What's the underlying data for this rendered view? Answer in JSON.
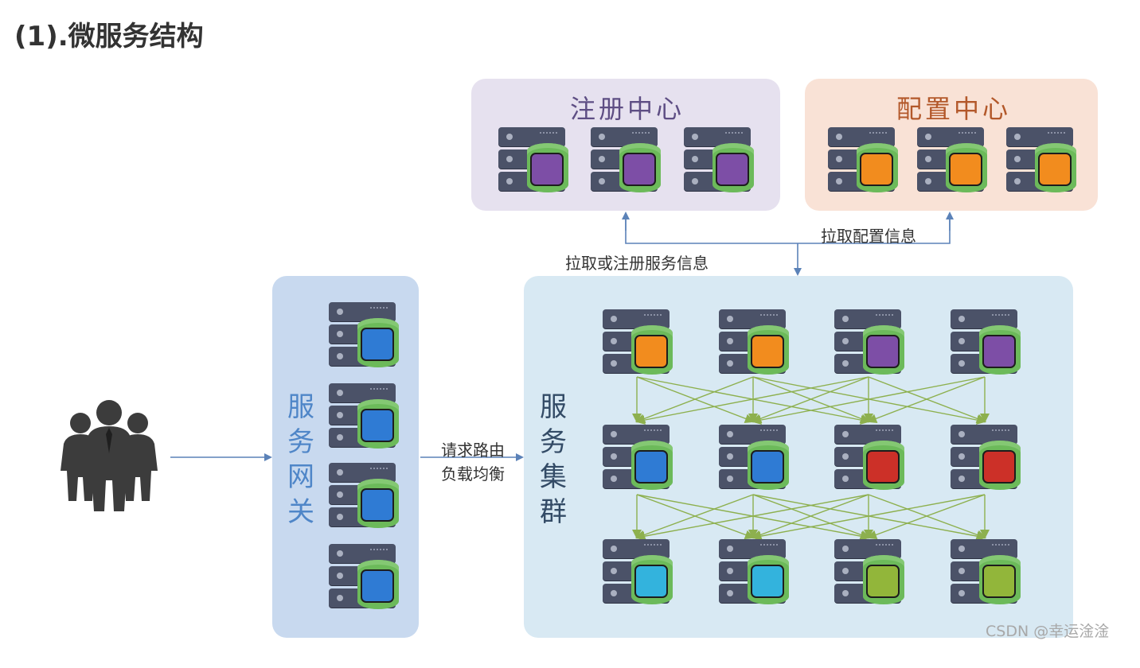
{
  "heading": "(1).微服务结构",
  "panels": {
    "registry": {
      "title": "注册中心"
    },
    "config": {
      "title": "配置中心"
    },
    "gateway": {
      "title": "服务网关"
    },
    "cluster": {
      "title": "服务集群"
    }
  },
  "edges": {
    "register": "拉取或注册服务信息",
    "config": "拉取配置信息",
    "route_line1": "请求路由",
    "route_line2": "负载均衡"
  },
  "watermark": "CSDN @幸运淦淦",
  "colors": {
    "registry_bg": "#e6e1ef",
    "config_bg": "#f9e2d6",
    "gateway_bg": "#c8d9ef",
    "cluster_bg": "#d8e9f3",
    "arrow_blue": "#5b82b8",
    "arrow_green": "#8db04e"
  },
  "icons": {
    "users": "users-group-icon",
    "server": "server-database-icon"
  },
  "servers": {
    "registry": [
      "purple",
      "purple",
      "purple"
    ],
    "config": [
      "orange",
      "orange",
      "orange"
    ],
    "gateway": [
      "blue",
      "blue",
      "blue",
      "blue"
    ],
    "cluster_rows": [
      [
        "orange",
        "orange",
        "purple",
        "purple"
      ],
      [
        "blue",
        "blue",
        "red",
        "red"
      ],
      [
        "cyan",
        "cyan",
        "lime",
        "lime"
      ]
    ]
  }
}
